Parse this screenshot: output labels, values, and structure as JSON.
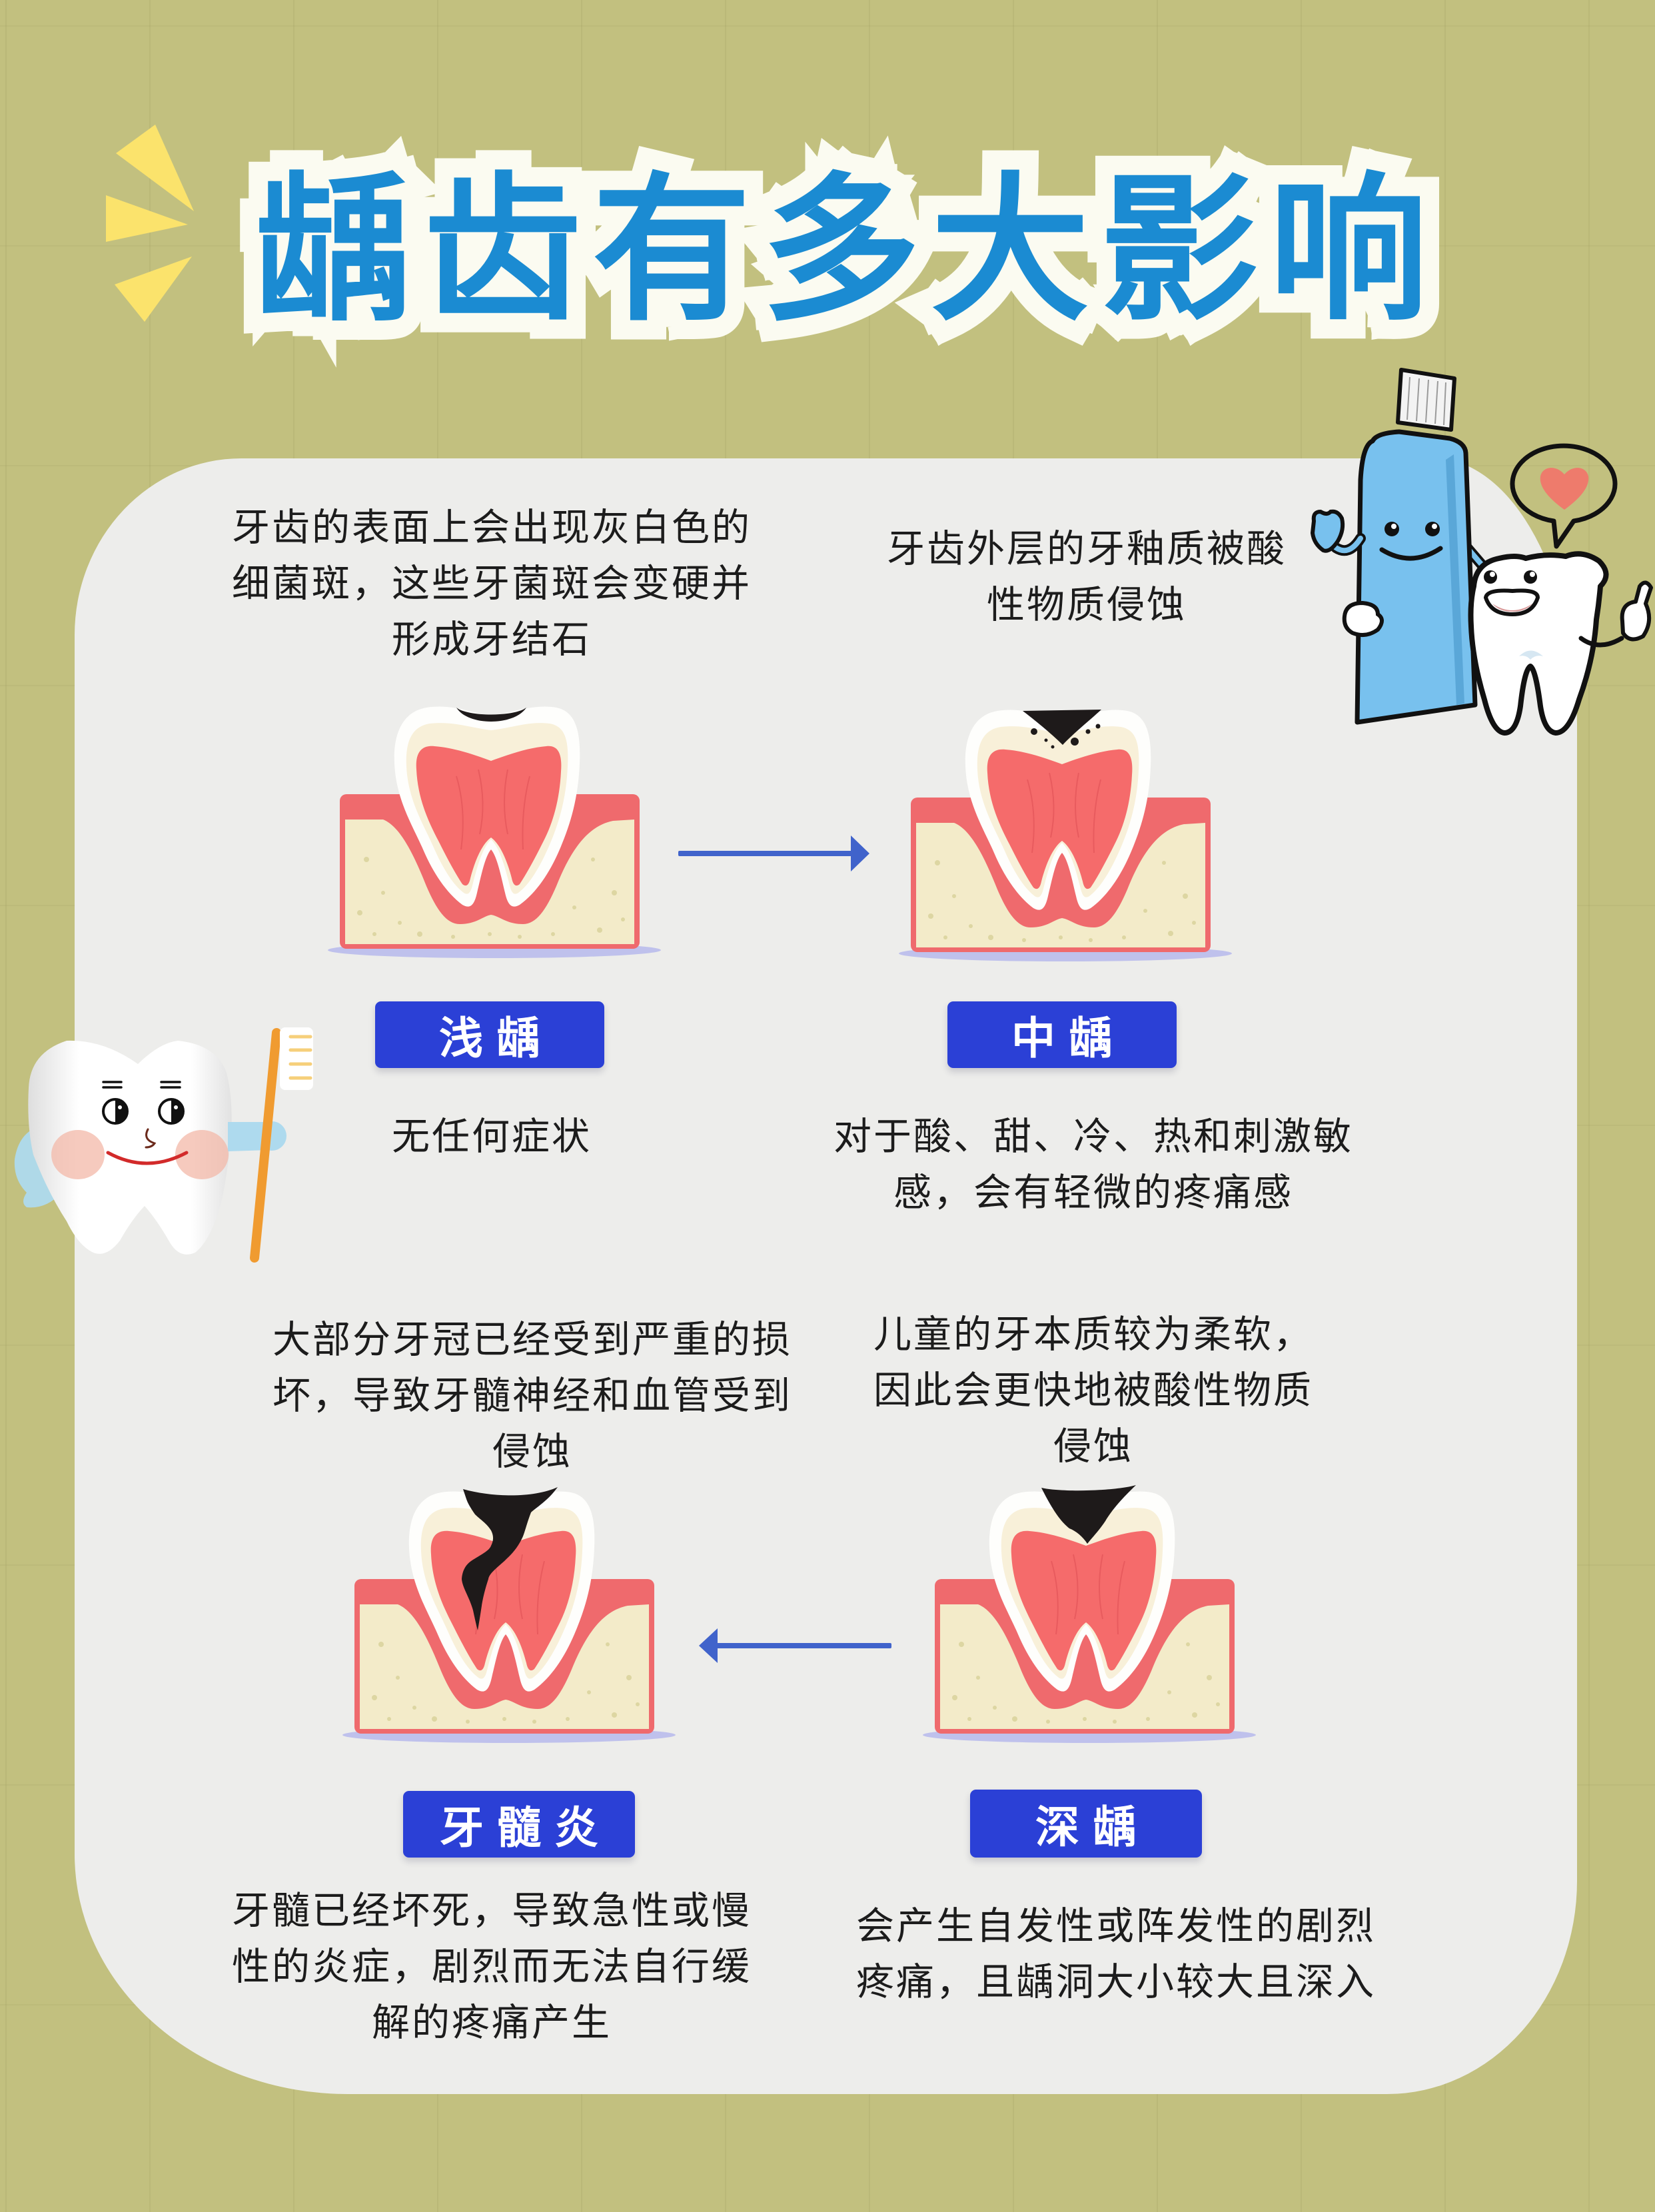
{
  "title": "龋齿有多大影响",
  "colors": {
    "background": "#c2c07f",
    "card": "#ededeb",
    "title_fill": "#1b8bd2",
    "title_outline": "#fbfbf1",
    "badge": "#2b40d6",
    "badge_text": "#ffffff",
    "arrow": "#4063cb",
    "burst": "#fbe36c",
    "gum": "#ef6a6d",
    "pulp": "#f56b6b",
    "bone": "#f3ebc9",
    "body_text": "#1c1c1c"
  },
  "stages": [
    {
      "key": "shallow",
      "label": "浅龋",
      "above": [
        "牙齿的表面上会出现灰白色的",
        "细菌斑，这些牙菌斑会变硬并",
        "形成牙结石"
      ],
      "below": [
        "无任何症状"
      ],
      "illustration": "tooth-cross-section-small-surface-cavity"
    },
    {
      "key": "medium",
      "label": "中龋",
      "above": [
        "牙齿外层的牙釉质被酸",
        "性物质侵蚀"
      ],
      "below": [
        "对于酸、甜、冷、热和刺激敏",
        "感，会有轻微的疼痛感"
      ],
      "illustration": "tooth-cross-section-enamel-cavity"
    },
    {
      "key": "deep",
      "label": "深龋",
      "above": [
        "儿童的牙本质较为柔软，",
        "因此会更快地被酸性物质",
        "侵蚀"
      ],
      "below": [
        "会产生自发性或阵发性的剧烈",
        "疼痛，且龋洞大小较大且深入"
      ],
      "illustration": "tooth-cross-section-dentin-cavity"
    },
    {
      "key": "pulpitis",
      "label": "牙髓炎",
      "above": [
        "大部分牙冠已经受到严重的损",
        "坏，导致牙髓神经和血管受到",
        "侵蚀"
      ],
      "below": [
        "牙髓已经坏死，导致急性或慢",
        "性的炎症，剧烈而无法自行缓",
        "解的疼痛产生"
      ],
      "illustration": "tooth-cross-section-pulp-cavity"
    }
  ],
  "arrows": [
    {
      "direction": "right",
      "from": "浅龋",
      "to": "中龋"
    },
    {
      "direction": "left",
      "from": "深龋",
      "to": "牙髓炎"
    }
  ],
  "decorations": {
    "title_burst": "sparkle-burst-icon",
    "top_right": [
      "toothpaste-mascot",
      "tooth-mascot",
      "heart-speech-bubble-icon"
    ],
    "left": [
      "tooth-mascot-with-toothbrush"
    ]
  }
}
